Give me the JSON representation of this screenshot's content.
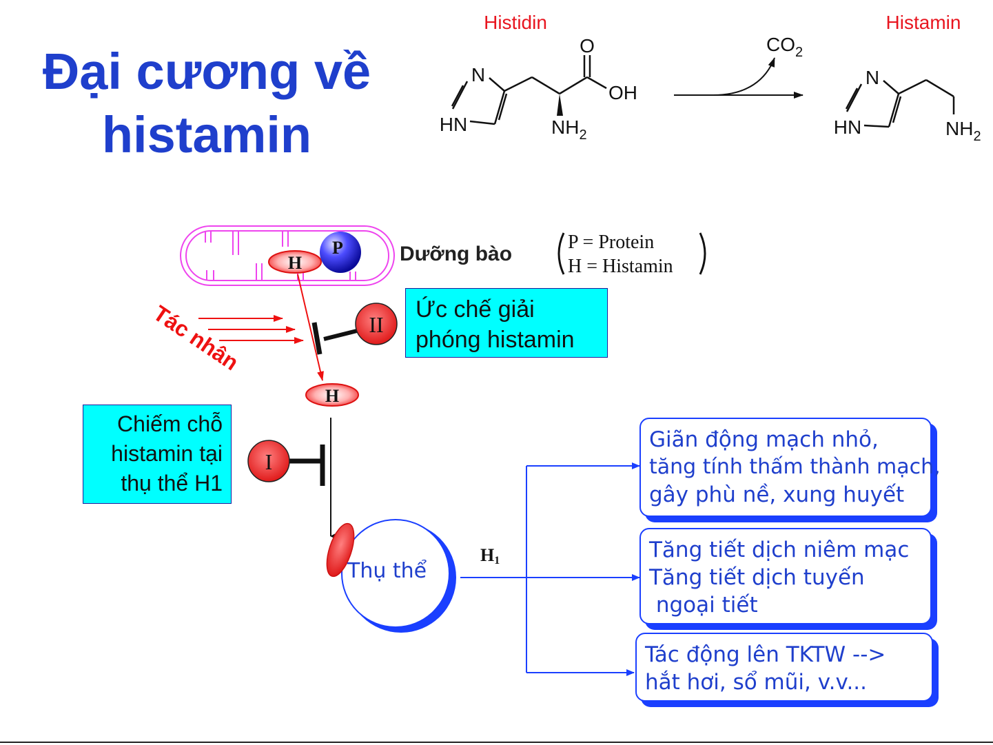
{
  "title": {
    "line1": "Đại cương về",
    "line2": "histamin"
  },
  "reaction": {
    "reactant_name": "Histidin",
    "product_name": "Histamin",
    "byproduct": "CO",
    "byproduct_sub": "2",
    "atoms": {
      "N": "N",
      "HN": "HN",
      "O": "O",
      "OH": "OH",
      "NH": "NH",
      "NH_sub": "2"
    }
  },
  "cell": {
    "label": "Dưỡng bào",
    "protein_symbol": "P",
    "histamine_symbol": "H",
    "legend_line1": "P = Protein",
    "legend_line2": "H = Histamin"
  },
  "agent_label": "Tác nhân",
  "inhibitors": [
    {
      "marker": "II",
      "text": [
        "Ức chế giải",
        "phóng histamin"
      ]
    },
    {
      "marker": "I",
      "text": [
        "Chiếm chỗ",
        "histamin tại",
        "thụ thể H1"
      ]
    }
  ],
  "receptor": {
    "label": "Thụ thể",
    "pathway_label": "H",
    "pathway_sub": "1"
  },
  "effects": [
    {
      "lines": [
        "Giãn động mạch nhỏ,",
        "tăng tính thấm thành mạch,",
        "gây phù nề, xung huyết"
      ]
    },
    {
      "lines": [
        "Tăng tiết dịch niêm mạc",
        "Tăng tiết dịch tuyến",
        " ngoại tiết"
      ]
    },
    {
      "lines": [
        "Tác động lên TKTW -->",
        "hắt hơi, sổ mũi, v.v..."
      ]
    }
  ],
  "colors": {
    "title_blue": "#1f3fcc",
    "label_red": "#e8151f",
    "box_cyan": "#00ffff",
    "effect_blue": "#1a3fff",
    "cell_magenta": "#ee44ee"
  }
}
